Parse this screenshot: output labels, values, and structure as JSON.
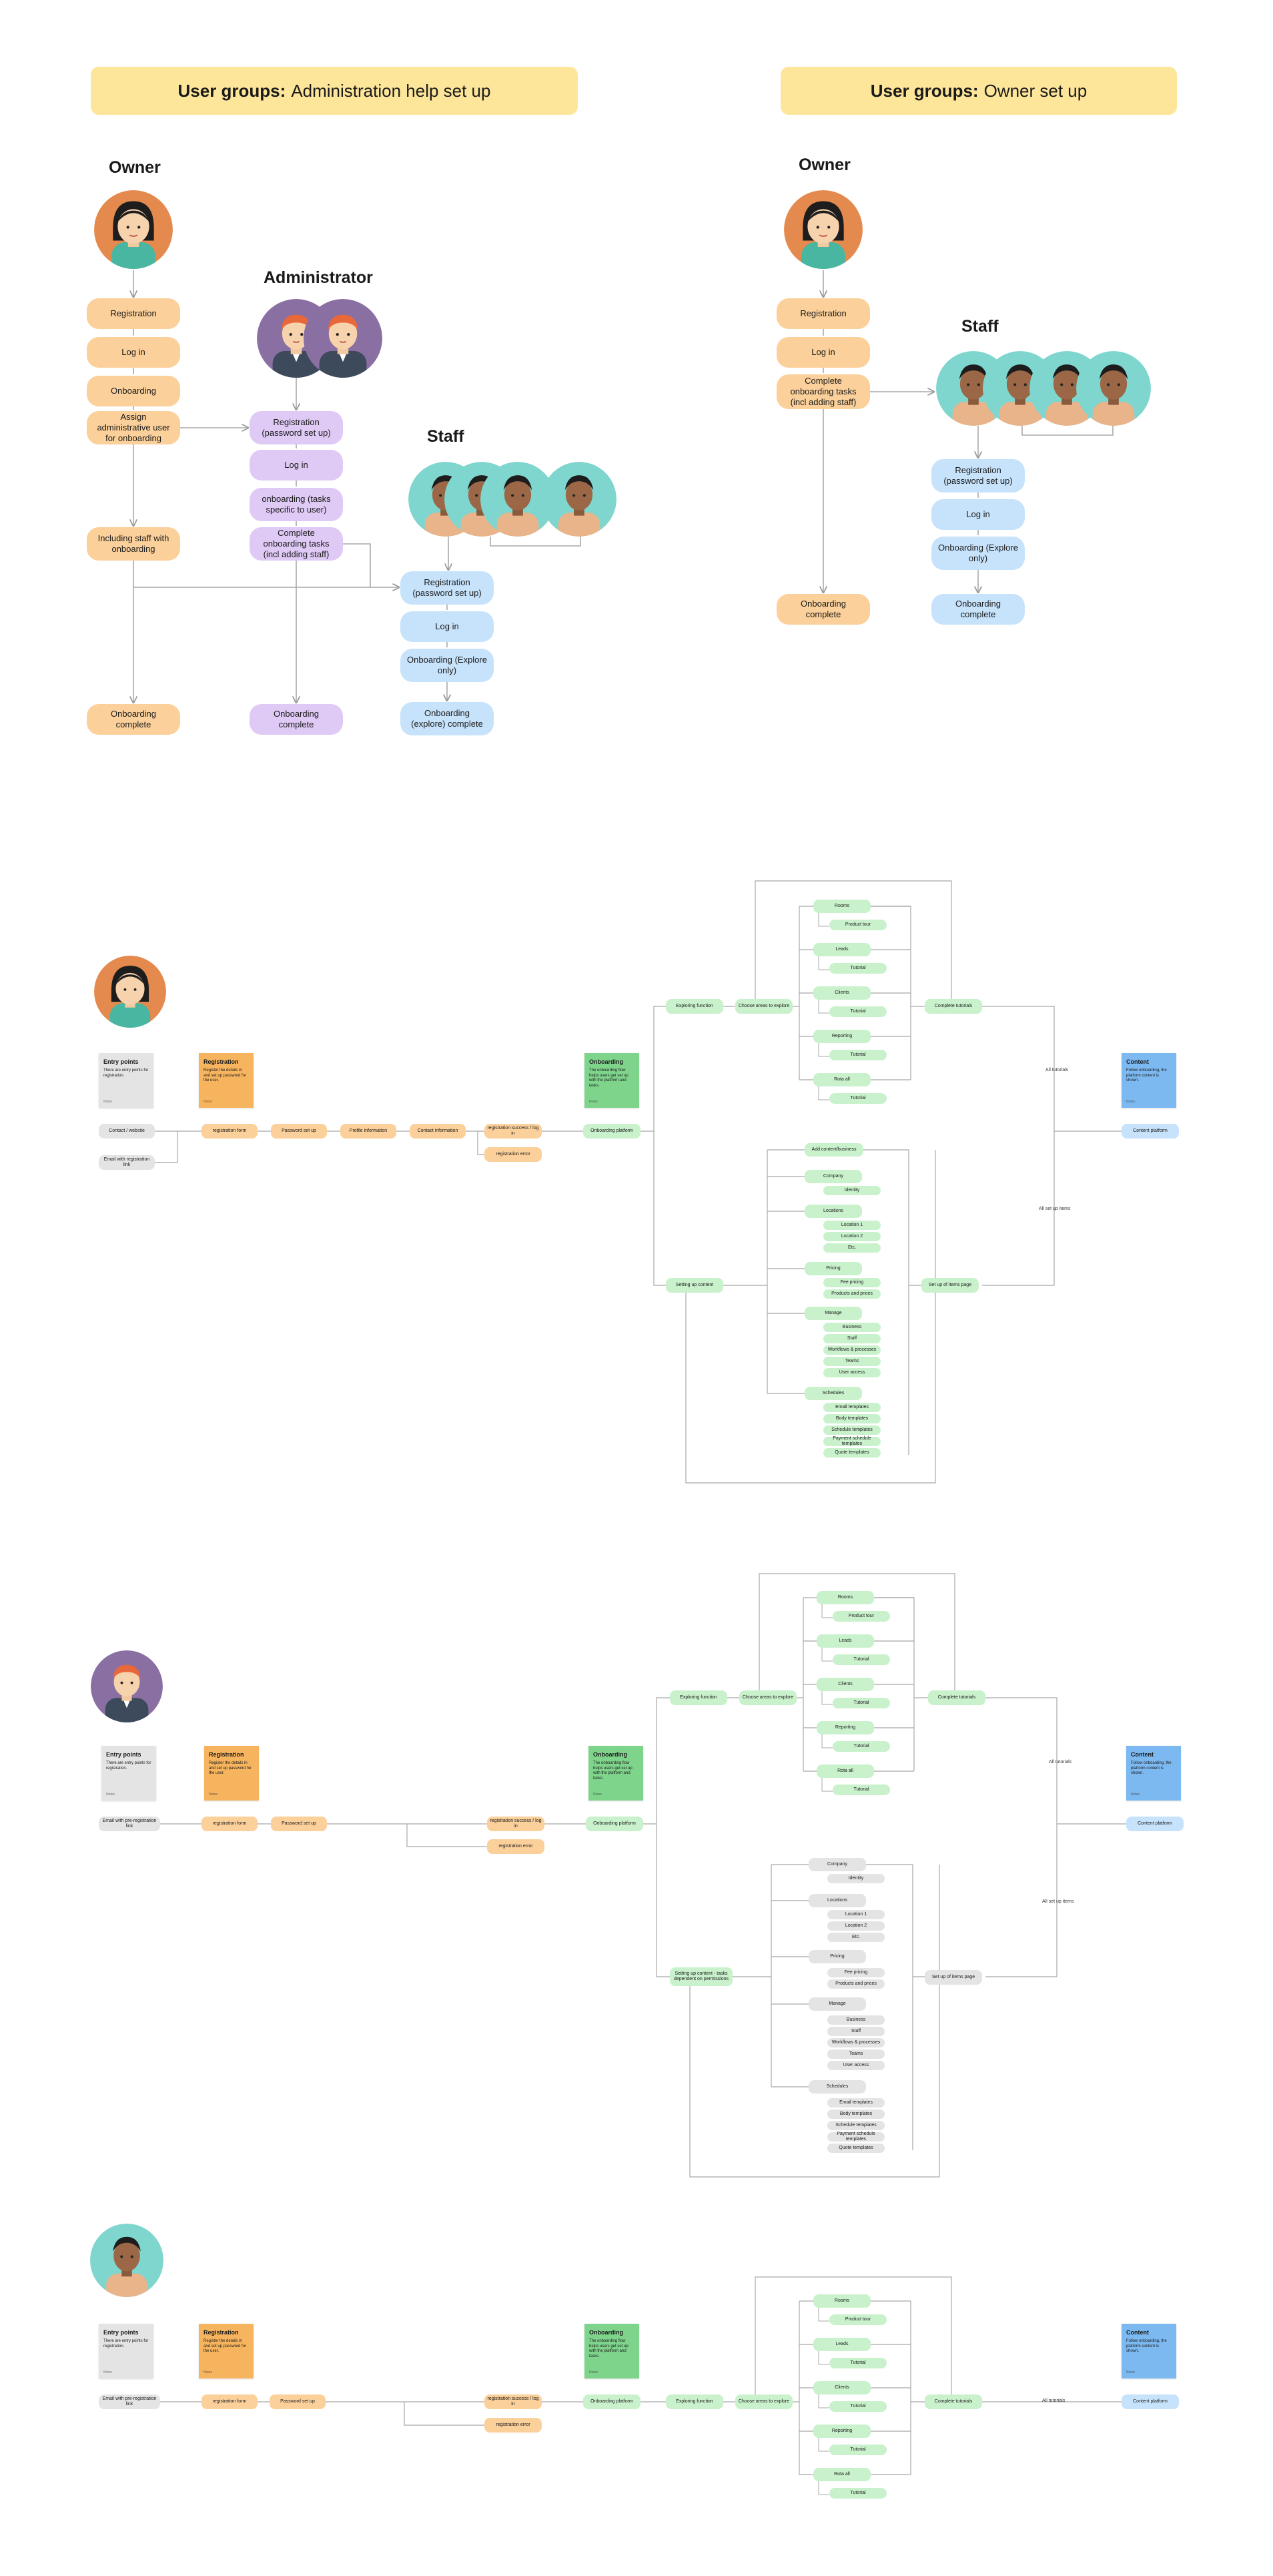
{
  "banners": {
    "admin_help": {
      "bold": "User groups:",
      "text": "Administration help set up"
    },
    "owner_setup": {
      "bold": "User groups:",
      "text": "Owner set up"
    }
  },
  "roles": {
    "owner": "Owner",
    "administrator": "Administrator",
    "staff": "Staff"
  },
  "admin_flow": {
    "owner": {
      "registration": "Registration",
      "login": "Log in",
      "onboarding": "Onboarding",
      "assign_admin": "Assign administrative user for onboarding",
      "including_staff": "Including staff with onboarding",
      "complete": "Onboarding complete"
    },
    "administrator": {
      "registration": "Registration (password set up)",
      "login": "Log in",
      "onboarding": "onboarding (tasks specific to user)",
      "complete_tasks": "Complete onboarding tasks (incl adding staff)",
      "complete": "Onboarding complete"
    },
    "staff": {
      "registration": "Registration (password set up)",
      "login": "Log in",
      "onboarding": "Onboarding (Explore only)",
      "complete": "Onboarding (explore) complete"
    }
  },
  "owner_flow": {
    "owner": {
      "registration": "Registration",
      "login": "Log in",
      "complete_tasks": "Complete onboarding tasks (incl adding staff)",
      "complete": "Onboarding complete"
    },
    "staff": {
      "registration": "Registration (password set up)",
      "login": "Log in",
      "onboarding": "Onboarding (Explore only)",
      "complete": "Onboarding complete"
    }
  },
  "journeys": {
    "stickies": {
      "entry_title": "Entry points",
      "entry_body": "There are entry points for registration.",
      "reg_title": "Registration",
      "reg_body": "Register the details in and set up password for the user.",
      "onb_title": "Onboarding",
      "onb_body": "The onboarding flow helps users get set up with the platform and tasks.",
      "content_title": "Content",
      "content_body": "Follow onboarding, the platform content is shown.",
      "footer": "Notes"
    },
    "owner": {
      "entry_1": "Contact / website",
      "entry_2": "Email with registration link",
      "reg_form": "registration form",
      "password": "Password set up",
      "profile": "Profile information",
      "contact": "Contact information",
      "reg_success": "registration success / log in",
      "reg_error": "registration error",
      "onb_platform": "Onboarding platform",
      "explore": "Exploring function",
      "explore_sub": "Choose areas to explore",
      "explore_items": [
        "Rooms",
        "Leads",
        "Clients",
        "Reporting",
        "Rota all"
      ],
      "sub_label": "Tutorial",
      "sub_first": "Product tour",
      "complete_explore": "Complete tutorials",
      "setting_up": "Setting up content",
      "add_content": "Add content/business",
      "setup_groups": [
        "Company",
        "Locations",
        "Pricing",
        "Manage",
        "Schedules"
      ],
      "setup_subs": [
        [
          "Identity"
        ],
        [
          "Location 1",
          "Location 2",
          "Etc."
        ],
        [
          "Fee pricing",
          "Products and prices"
        ],
        [
          "Business",
          "Staff",
          "Workflows & processes",
          "Teams",
          "User access"
        ],
        [
          "Email templates",
          "Body templates",
          "Schedule templates",
          "Payment schedule templates",
          "Quote templates"
        ]
      ],
      "setup_complete": "Set up of items page",
      "edge_all_tutorials": "All tutorials",
      "edge_all_setup": "All set up items",
      "content_platform": "Content platform"
    },
    "admin": {
      "entry": "Email with pre-registration link",
      "reg_form": "registration form",
      "password": "Password set up",
      "reg_success": "registration success / log in",
      "reg_error": "registration error",
      "onb_platform": "Onboarding platform",
      "explore": "Exploring function",
      "explore_sub": "Choose areas to explore",
      "explore_items": [
        "Rooms",
        "Leads",
        "Clients",
        "Reporting",
        "Rota all"
      ],
      "sub_label": "Tutorial",
      "sub_first": "Product tour",
      "complete_explore": "Complete tutorials",
      "setting_up": "Setting up content - tasks dependent on permissions",
      "setup_groups": [
        "Company",
        "Locations",
        "Pricing",
        "Manage",
        "Schedules"
      ],
      "setup_subs": [
        [
          "Identity"
        ],
        [
          "Location 1",
          "Location 2",
          "Etc."
        ],
        [
          "Fee pricing",
          "Products and prices"
        ],
        [
          "Business",
          "Staff",
          "Workflows & processes",
          "Teams",
          "User access"
        ],
        [
          "Email templates",
          "Body templates",
          "Schedule templates",
          "Payment schedule templates",
          "Quote templates"
        ]
      ],
      "setup_complete": "Set up of items page",
      "edge_all_tutorials": "All tutorials",
      "edge_all_setup": "All set up items",
      "content_platform": "Content platform"
    },
    "staff": {
      "entry": "Email with pre-registration link",
      "reg_form": "registration form",
      "password": "Password set up",
      "reg_success": "registration success / log in",
      "reg_error": "registration error",
      "onb_platform": "Onboarding platform",
      "explore": "Exploring function",
      "explore_sub": "Choose areas to explore",
      "explore_items": [
        "Rooms",
        "Leads",
        "Clients",
        "Reporting",
        "Rota all"
      ],
      "sub_label": "Tutorial",
      "sub_first": "Product tour",
      "complete_explore": "Complete tutorials",
      "edge_all_tutorials": "All tutorials",
      "content_platform": "Content platform"
    }
  },
  "colors": {
    "banner": "#fde59a",
    "owner_node": "#fbd09a",
    "admin_node": "#dfc9f5",
    "staff_node": "#c7e3fb",
    "onboarding_node": "#c9f1cc",
    "entry_node": "#e4e4e4",
    "owner_avatar_bg": "#e58a4e",
    "admin_avatar_bg": "#8a6fa3",
    "staff_avatar_bg": "#7fd6cf",
    "sticky_content": "#7db9f1",
    "sticky_onboarding": "#7fd48c",
    "sticky_registration": "#f7b45e"
  },
  "icons": [
    "owner-avatar",
    "administrator-avatar",
    "staff-avatar"
  ]
}
